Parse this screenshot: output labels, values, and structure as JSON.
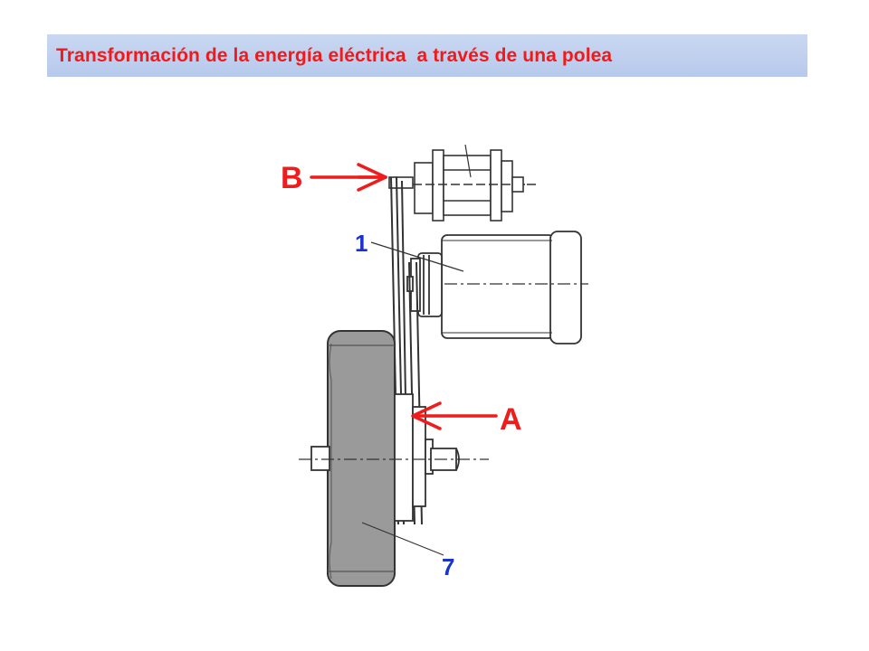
{
  "title": "Transformación de la energía eléctrica  a través de una polea",
  "colors": {
    "title_background": "#bcd0f0",
    "title_text": "#f01a1a",
    "arrow_red": "#ee1c1c",
    "number_blue": "#1a33cc",
    "flywheel_gray": "#9a9a9a",
    "line_dark": "#333333"
  },
  "diagram": {
    "labels": {
      "point_a": "A",
      "point_b": "B",
      "part_1": "1",
      "part_7": "7"
    },
    "components": [
      "motor-icon",
      "small-motor-icon",
      "belt",
      "flywheel",
      "pulley",
      "shaft"
    ]
  }
}
